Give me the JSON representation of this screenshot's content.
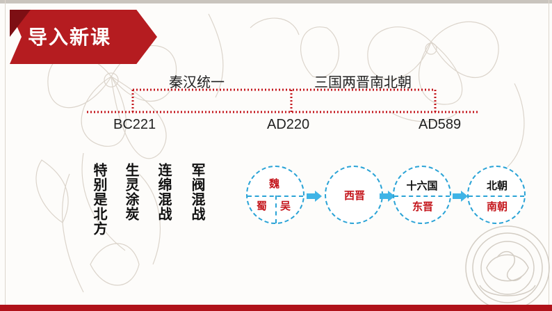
{
  "slide": {
    "title": "导入新课"
  },
  "timeline": {
    "period_qin_han": "秦汉统一",
    "period_three_kingdoms": "三国两晋南北朝",
    "date_bc221": "BC221",
    "date_ad220": "AD220",
    "date_ad589": "AD589"
  },
  "columns": [
    {
      "text": "特别是北方"
    },
    {
      "text": "生灵涂炭"
    },
    {
      "text": "连绵混战"
    },
    {
      "text": "军阀混战"
    }
  ],
  "flow": {
    "circle1": {
      "top": "魏",
      "left": "蜀",
      "right": "吴"
    },
    "circle2": {
      "center": "西晋"
    },
    "circle3": {
      "top": "十六国",
      "bottom": "东晋"
    },
    "circle4": {
      "top": "北朝",
      "bottom": "南朝"
    }
  },
  "colors": {
    "brand_red": "#b51c20",
    "dash_blue": "#2aa3d6",
    "arrow_blue": "#3fb4e6",
    "timeline_red": "#c4161c"
  }
}
